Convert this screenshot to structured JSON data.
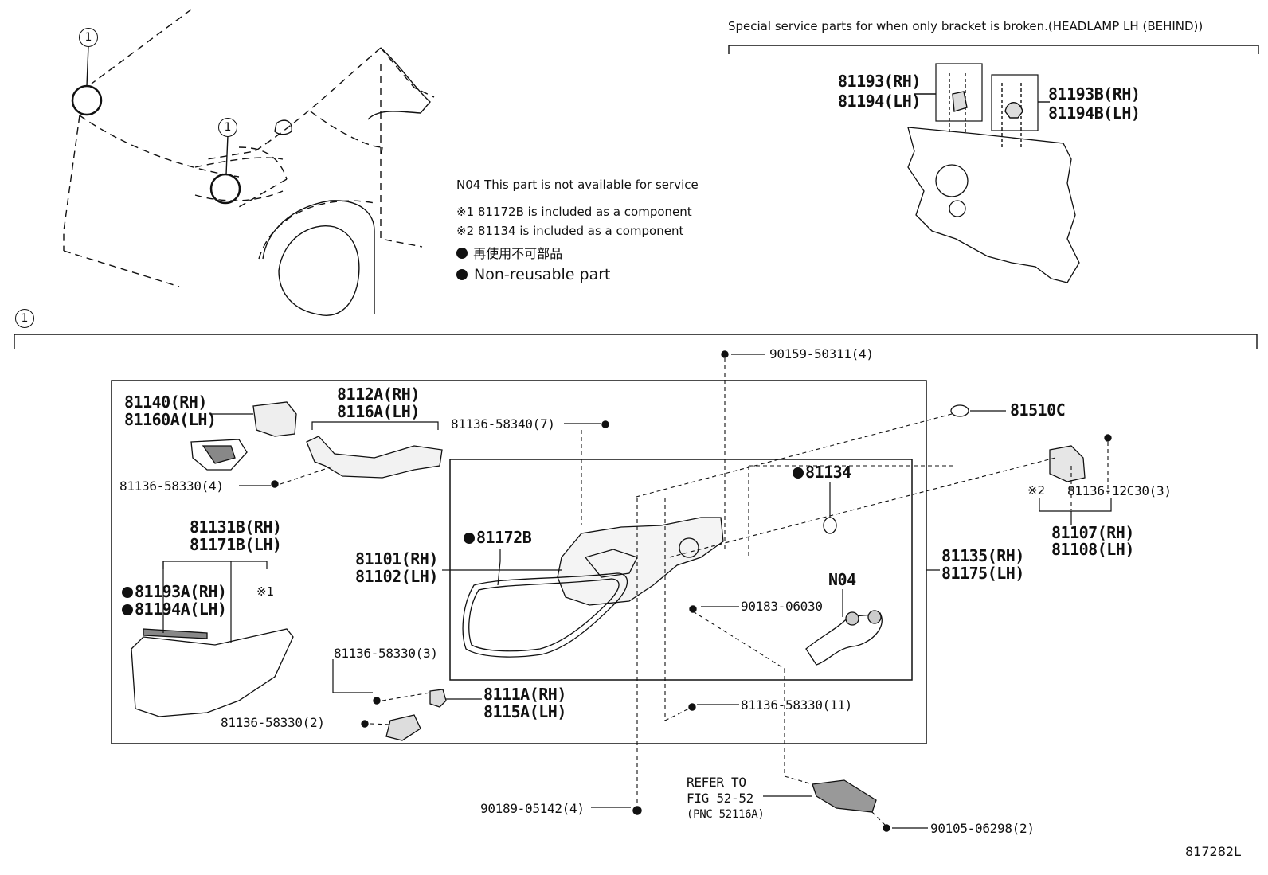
{
  "special_service_note": "Special service parts for when only bracket is broken.(HEADLAMP LH (BEHIND))",
  "callout_number": "1",
  "notes": {
    "n04": "N04 This part is not available for service",
    "ref1": "※1 81172B is included as a component",
    "ref2": "※2 81134 is included as a component",
    "non_reusable_jp": "再使用不可部品",
    "non_reusable_en": "Non-reusable part"
  },
  "bracket_parts": {
    "left_rh": "81193(RH)",
    "left_lh": "81194(LH)",
    "right_rh": "81193B(RH)",
    "right_lh": "81194B(LH)"
  },
  "parts": {
    "p81140": "81140(RH)",
    "p81160a": "81160A(LH)",
    "p8112a": "8112A(RH)",
    "p8116a": "8116A(LH)",
    "p58340": "81136-58340(7)",
    "p58330_4": "81136-58330(4)",
    "p81131b": "81131B(RH)",
    "p81171b": "81171B(LH)",
    "p81193a": "81193A(RH)",
    "p81194a": "81194A(LH)",
    "ref1_mark": "※1",
    "p81172b": "81172B",
    "p81101": "81101(RH)",
    "p81102": "81102(LH)",
    "p58330_3": "81136-58330(3)",
    "p8111a": "8111A(RH)",
    "p8115a": "8115A(LH)",
    "p58330_2": "81136-58330(2)",
    "p90159": "90159-50311(4)",
    "p81510c": "81510C",
    "p81134": "81134",
    "ref2_mark": "※2",
    "p12c30": "81136-12C30(3)",
    "p81107": "81107(RH)",
    "p81108": "81108(LH)",
    "p81135": "81135(RH)",
    "p81175": "81175(LH)",
    "n04": "N04",
    "p90183": "90183-06030",
    "p58330_11": "81136-58330(11)",
    "refer1": "REFER TO",
    "refer2": "FIG 52-52",
    "refer3": "(PNC 52116A)",
    "p90189": "90189-05142(4)",
    "p90105": "90105-06298(2)"
  },
  "figure_id": "817282L"
}
